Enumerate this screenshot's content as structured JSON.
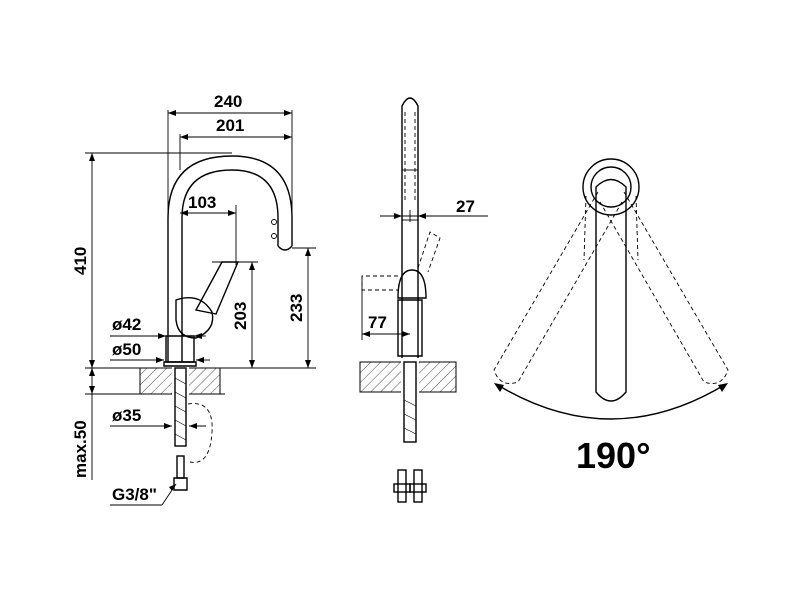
{
  "front_view": {
    "width_overall": "240",
    "width_spout": "201",
    "handle_offset": "103",
    "height_total": "410",
    "handle_height": "203",
    "spout_height": "233",
    "dia_top": "ø42",
    "dia_base": "ø50",
    "dia_hole": "ø35",
    "max_thickness": "max.50",
    "thread": "G3/8\""
  },
  "side_view": {
    "spout_depth": "27",
    "handle_reach": "77"
  },
  "top_view": {
    "swivel_angle": "190°"
  }
}
